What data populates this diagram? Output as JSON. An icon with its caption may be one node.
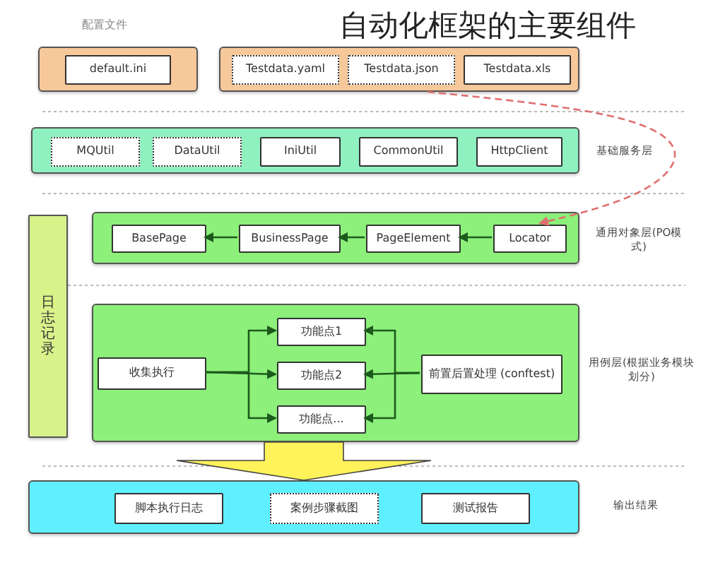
{
  "diagram": {
    "title": "自动化框架的主要组件",
    "nodes": [
      {
        "text": [],
        "shape": "box"
      },
      {
        "text": [
          "default.ini"
        ],
        "in": 0
      },
      {
        "text": [],
        "shape": "box"
      },
      {
        "text": [
          "Testdata.yaml"
        ],
        "in": 2
      },
      {
        "text": [
          "Testdata.json"
        ],
        "in": 2
      },
      {
        "text": [
          "Testdata.xls"
        ],
        "in": 2
      },
      {
        "text": [],
        "shape": "box",
        "beside": [
          "基础服务层"
        ]
      },
      {
        "text": [
          "MQUtil"
        ],
        "in": 6
      },
      {
        "text": [
          "DataUtil"
        ],
        "in": 6
      },
      {
        "text": [
          "IniUtil"
        ],
        "in": 6
      },
      {
        "text": [
          "CommonUtil"
        ],
        "in": 6
      },
      {
        "text": [
          "HttpClient"
        ],
        "in": 6
      },
      {
        "text": [
          "日志记录"
        ]
      },
      {
        "text": [],
        "shape": "box",
        "beside": [
          "通用对象层(PO模式)"
        ]
      },
      {
        "text": [
          "BasePage"
        ],
        "in": 13
      },
      {
        "text": [
          "BusinessPage"
        ],
        "in": 13
      },
      {
        "text": [
          "PageElement"
        ],
        "in": 13
      },
      {
        "text": [
          "Locator"
        ],
        "in": 13
      },
      {
        "text": [],
        "shape": "box",
        "beside": [
          "用例层(根据业务模块划分)"
        ]
      },
      {
        "text": [
          "收集执行"
        ],
        "in": 18
      },
      {
        "text": [
          "功能点1"
        ],
        "in": 18
      },
      {
        "text": [
          "功能点2"
        ],
        "in": 18
      },
      {
        "text": [
          "功能点..."
        ],
        "in": 18
      },
      {
        "text": [
          "前置后置处理 (conftest)"
        ],
        "in": 18
      },
      {
        "text": [],
        "shape": "box",
        "beside": [
          "输出结果"
        ]
      },
      {
        "text": [
          "脚本执行日志"
        ],
        "in": 24
      },
      {
        "text": [
          "案例步骤截图"
        ],
        "in": 24
      },
      {
        "text": [
          "测试报告"
        ],
        "in": 24
      }
    ],
    "edges": [
      {
        "from": 17,
        "to": 16,
        "arrow": "to"
      },
      {
        "from": 16,
        "to": 15,
        "arrow": "to"
      },
      {
        "from": 15,
        "to": 14,
        "arrow": "to"
      },
      {
        "from": 19,
        "to": 20,
        "arrow": "to"
      },
      {
        "from": 19,
        "to": 21,
        "arrow": "to"
      },
      {
        "from": 19,
        "to": 22,
        "arrow": "to"
      },
      {
        "from": 23,
        "to": 20,
        "arrow": "to"
      },
      {
        "from": 23,
        "to": 21,
        "arrow": "to"
      },
      {
        "from": 23,
        "to": 22,
        "arrow": "to"
      },
      {
        "from": 2,
        "to": 17,
        "arrow": "to",
        "style": "dashed",
        "color": "#e07070"
      },
      {
        "from": 18,
        "to": 24,
        "arrow": "to",
        "style": "thick",
        "color": "#fff25a"
      }
    ],
    "labels": [
      "配置文件"
    ]
  }
}
